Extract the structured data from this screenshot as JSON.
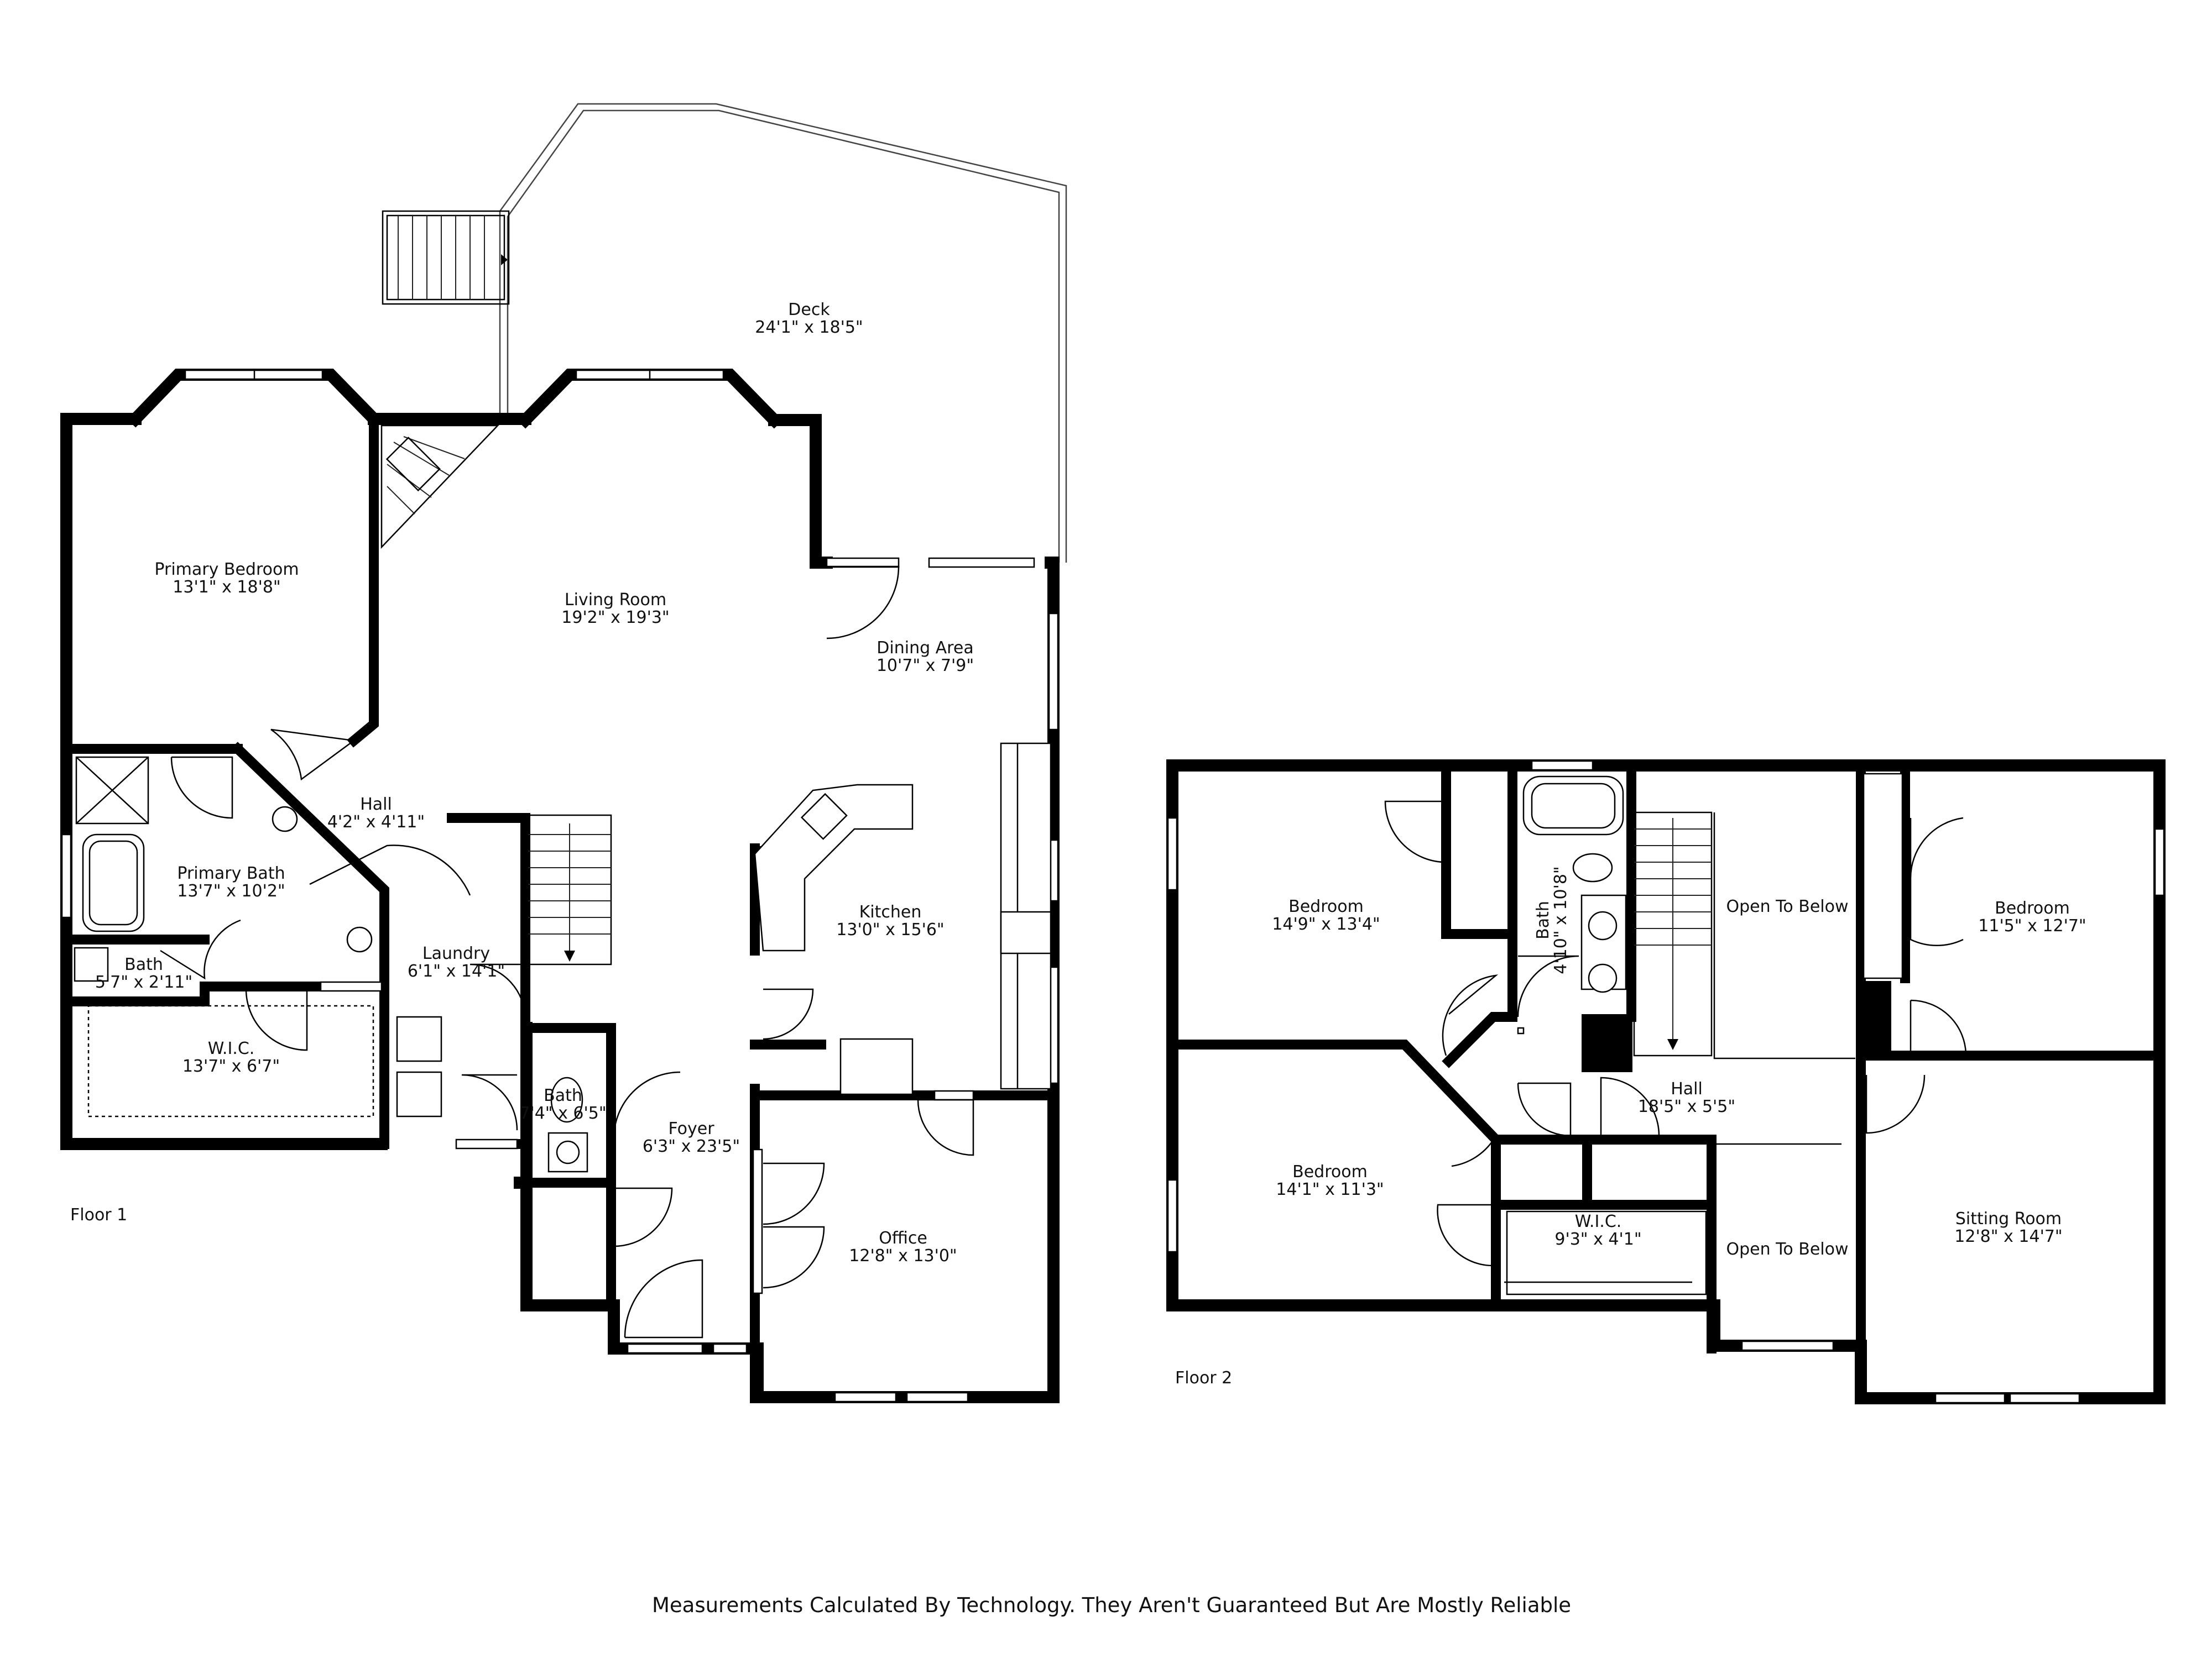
{
  "floors": [
    {
      "label": "Floor 1",
      "rooms": [
        {
          "id": "deck",
          "name": "Deck",
          "dims": "24'1\" x 18'5\""
        },
        {
          "id": "primary-bedroom",
          "name": "Primary Bedroom",
          "dims": "13'1\" x 18'8\""
        },
        {
          "id": "living-room",
          "name": "Living Room",
          "dims": "19'2\" x 19'3\""
        },
        {
          "id": "dining-area",
          "name": "Dining Area",
          "dims": "10'7\" x 7'9\""
        },
        {
          "id": "hall-1",
          "name": "Hall",
          "dims": "4'2\" x 4'11\""
        },
        {
          "id": "primary-bath",
          "name": "Primary Bath",
          "dims": "13'7\" x 10'2\""
        },
        {
          "id": "kitchen",
          "name": "Kitchen",
          "dims": "13'0\" x 15'6\""
        },
        {
          "id": "laundry",
          "name": "Laundry",
          "dims": "6'1\" x 14'1\""
        },
        {
          "id": "bath-small",
          "name": "Bath",
          "dims": "5'7\" x 2'11\""
        },
        {
          "id": "wic-1",
          "name": "W.I.C.",
          "dims": "13'7\" x 6'7\""
        },
        {
          "id": "bath-1",
          "name": "Bath",
          "dims": "7'4\" x 6'5\""
        },
        {
          "id": "foyer",
          "name": "Foyer",
          "dims": "6'3\" x 23'5\""
        },
        {
          "id": "office",
          "name": "Office",
          "dims": "12'8\" x 13'0\""
        }
      ]
    },
    {
      "label": "Floor 2",
      "rooms": [
        {
          "id": "bedroom-a",
          "name": "Bedroom",
          "dims": "14'9\" x 13'4\""
        },
        {
          "id": "bath-2",
          "name": "Bath",
          "dims": "4'10\" x 10'8\""
        },
        {
          "id": "open-below-1",
          "name": "Open To Below",
          "dims": ""
        },
        {
          "id": "bedroom-b",
          "name": "Bedroom",
          "dims": "11'5\" x 12'7\""
        },
        {
          "id": "hall-2",
          "name": "Hall",
          "dims": "18'5\" x 5'5\""
        },
        {
          "id": "bedroom-c",
          "name": "Bedroom",
          "dims": "14'1\" x 11'3\""
        },
        {
          "id": "wic-2",
          "name": "W.I.C.",
          "dims": "9'3\" x 4'1\""
        },
        {
          "id": "open-below-2",
          "name": "Open To Below",
          "dims": ""
        },
        {
          "id": "sitting-room",
          "name": "Sitting Room",
          "dims": "12'8\" x 14'7\""
        }
      ]
    }
  ],
  "disclaimer": "Measurements Calculated By Technology. They Aren't Guaranteed But Are Mostly Reliable"
}
